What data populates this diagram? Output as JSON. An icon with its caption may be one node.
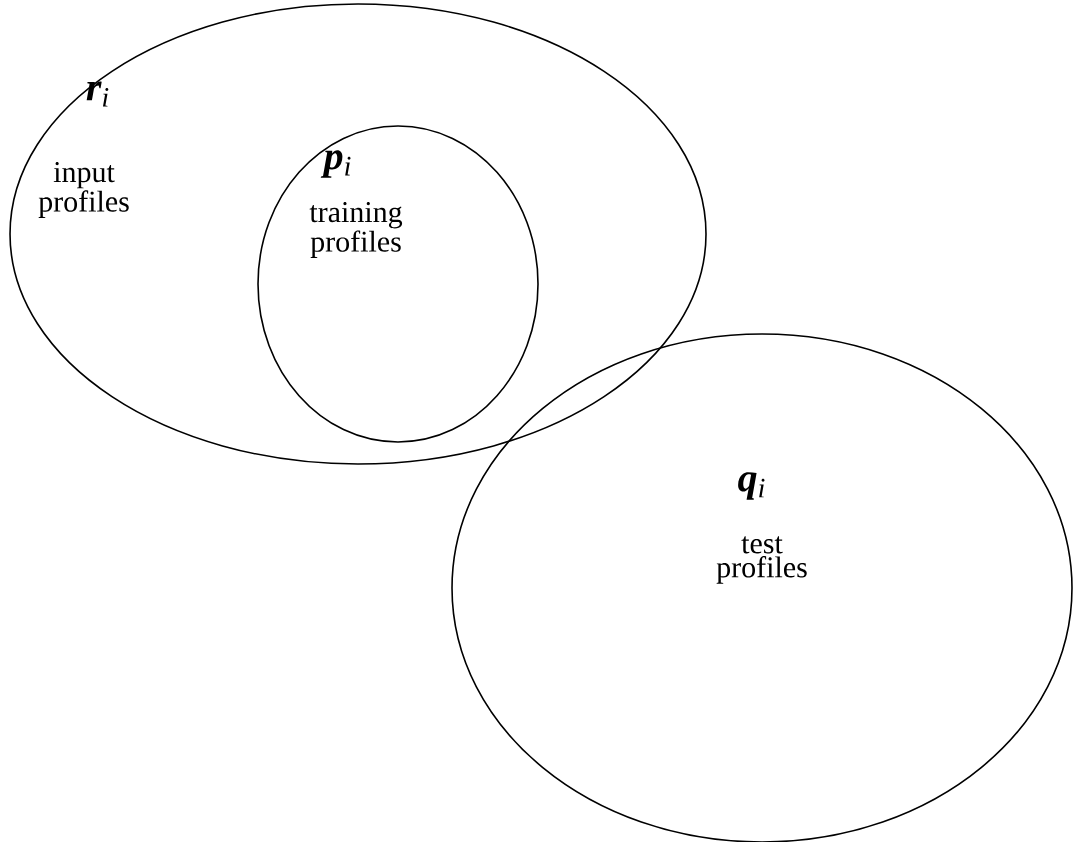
{
  "diagram": {
    "nodes": [
      {
        "text": [
          "**r**$_{i}$",
          "input profiles"
        ]
      },
      {
        "text": [
          "**p**$_{i}$",
          "training profiles"
        ],
        "in": 0
      },
      {
        "text": [
          "**q**$_{i}$",
          "test profiles"
        ]
      }
    ]
  }
}
